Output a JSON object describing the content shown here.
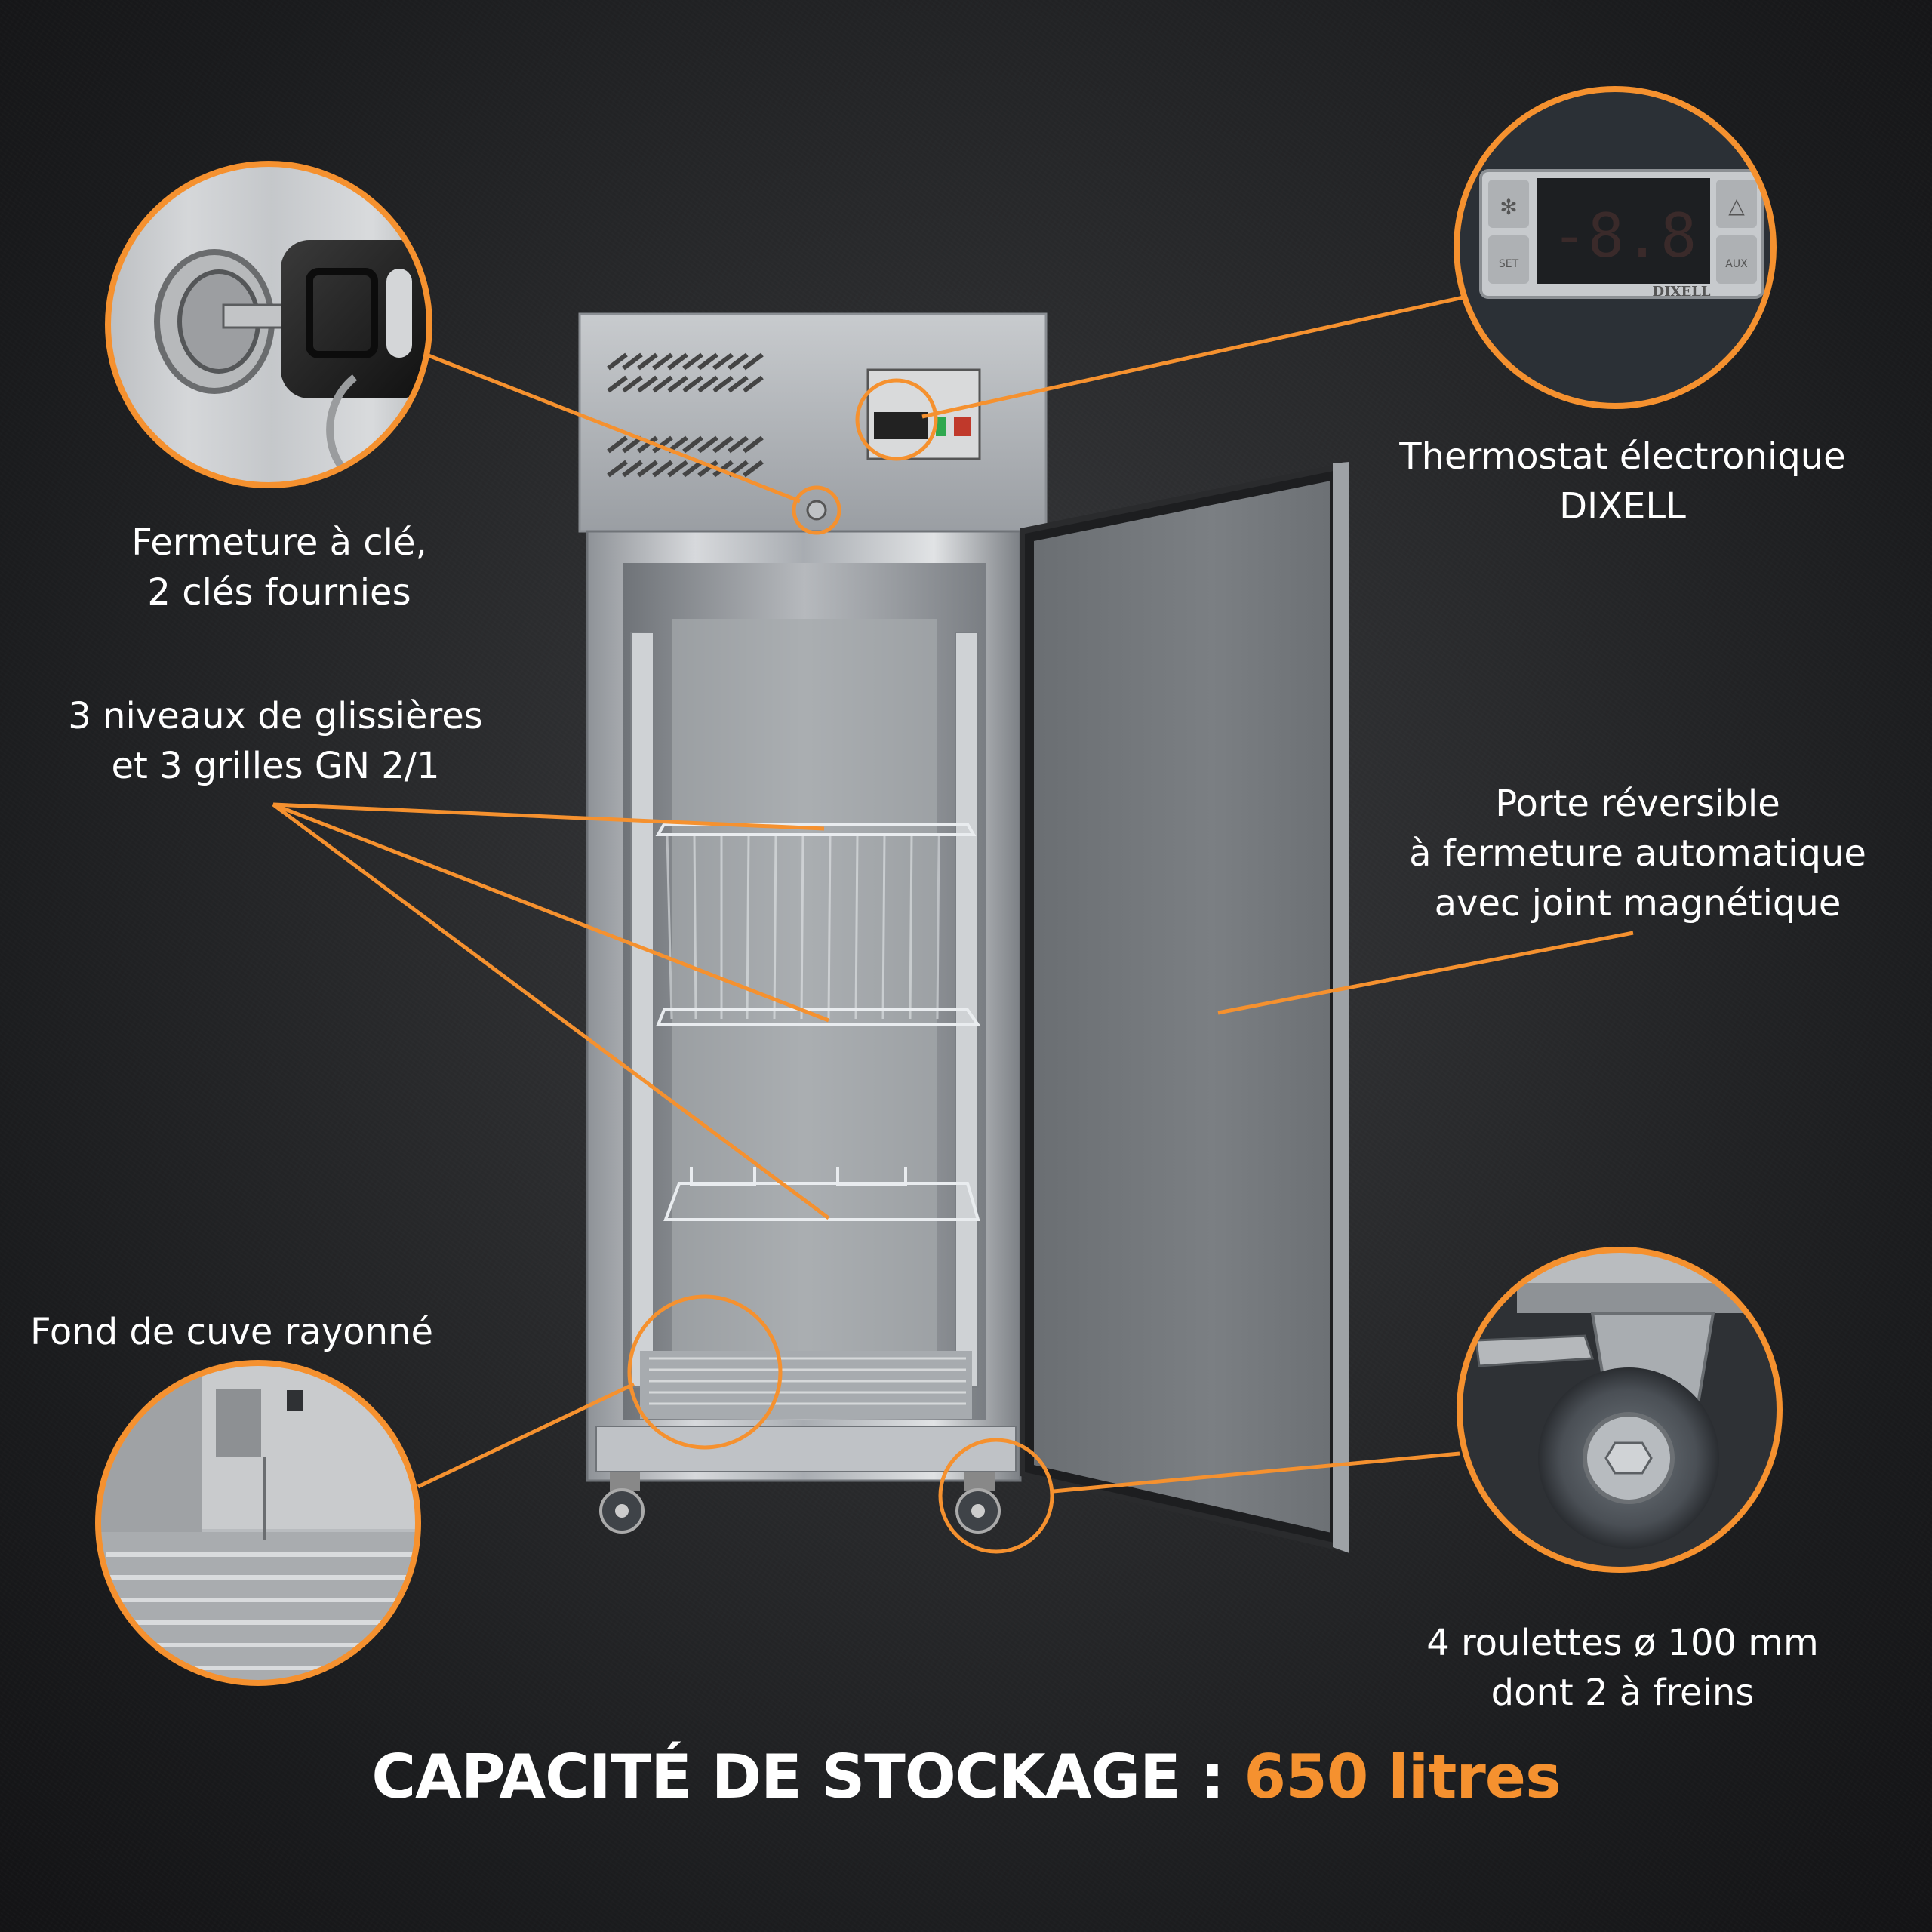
{
  "colors": {
    "accent": "#f5912f",
    "text": "#ffffff",
    "background": "#1f2022"
  },
  "features": {
    "lock": {
      "line1": "Fermeture à clé,",
      "line2": "2 clés fournies"
    },
    "thermostat": {
      "line1": "Thermostat électronique",
      "line2": "DIXELL"
    },
    "shelves": {
      "line1": "3 niveaux de glissières",
      "line2": "et 3 grilles GN 2/1"
    },
    "door": {
      "line1": "Porte réversible",
      "line2": "à fermeture automatique",
      "line3": "avec joint magnétique"
    },
    "floor": {
      "line1": "Fond de cuve rayonné"
    },
    "wheels": {
      "line1": "4 roulettes ø 100 mm",
      "line2": "dont 2 à freins"
    }
  },
  "thermostat_display": {
    "brand": "DIXELL",
    "set_label": "SET",
    "aux_label": "AUX"
  },
  "capacity": {
    "label": "CAPACITÉ DE STOCKAGE :",
    "value": "650 litres"
  }
}
